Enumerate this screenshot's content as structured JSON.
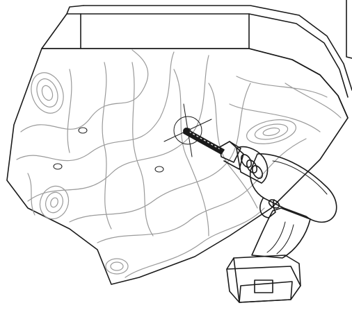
{
  "illustration": {
    "subject": "drilling-into-wooden-panel",
    "colors": {
      "line": "#1a1a1a",
      "grain": "#9a9a9a",
      "background": "#ffffff",
      "drill_body": "#ffffff",
      "drill_shadow": "#d9d9d9"
    },
    "pilot_holes_visible": 4,
    "target_marker": "crosshair-circle"
  }
}
